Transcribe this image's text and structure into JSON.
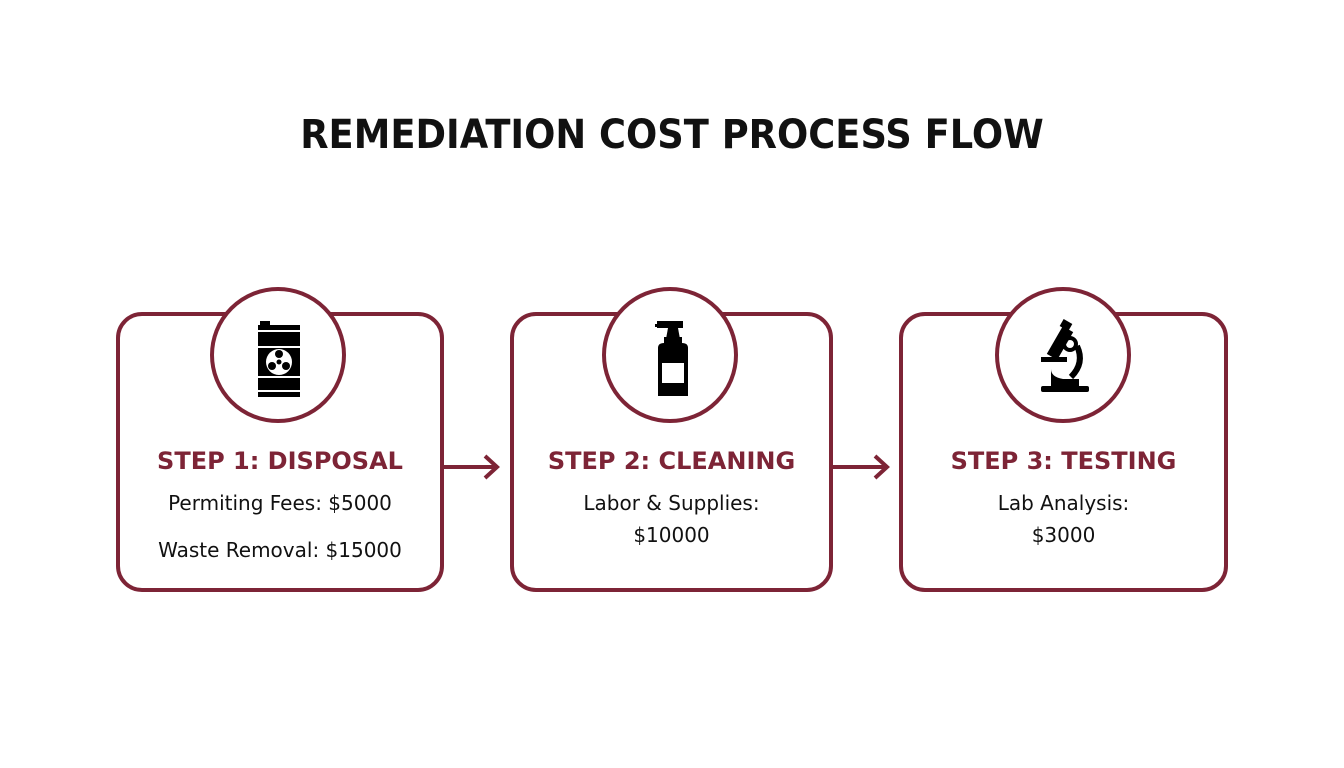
{
  "title": "REMEDIATION COST PROCESS FLOW",
  "colors": {
    "accent": "#7d2436",
    "text": "#111111",
    "background": "#ffffff"
  },
  "steps": [
    {
      "icon": "hazardous-waste-barrel-icon",
      "title": "STEP 1: DISPOSAL",
      "lines": [
        "Permiting Fees: $5000",
        "Waste Removal: $15000"
      ]
    },
    {
      "icon": "spray-bottle-icon",
      "title": "STEP 2: CLEANING",
      "lines": [
        "Labor & Supplies:",
        "$10000"
      ]
    },
    {
      "icon": "microscope-icon",
      "title": "STEP 3: TESTING",
      "lines": [
        "Lab Analysis:",
        "$3000"
      ]
    }
  ]
}
